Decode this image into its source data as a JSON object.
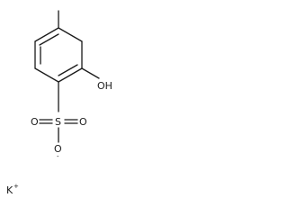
{
  "structure": {
    "labels": {
      "hydroxyl": "OH",
      "sulfur": "S",
      "oxygen_left": "O",
      "oxygen_right": "O",
      "oxygen_bottom": "O",
      "oxide_charge": "-",
      "potassium": "K",
      "potassium_charge": "+"
    }
  }
}
